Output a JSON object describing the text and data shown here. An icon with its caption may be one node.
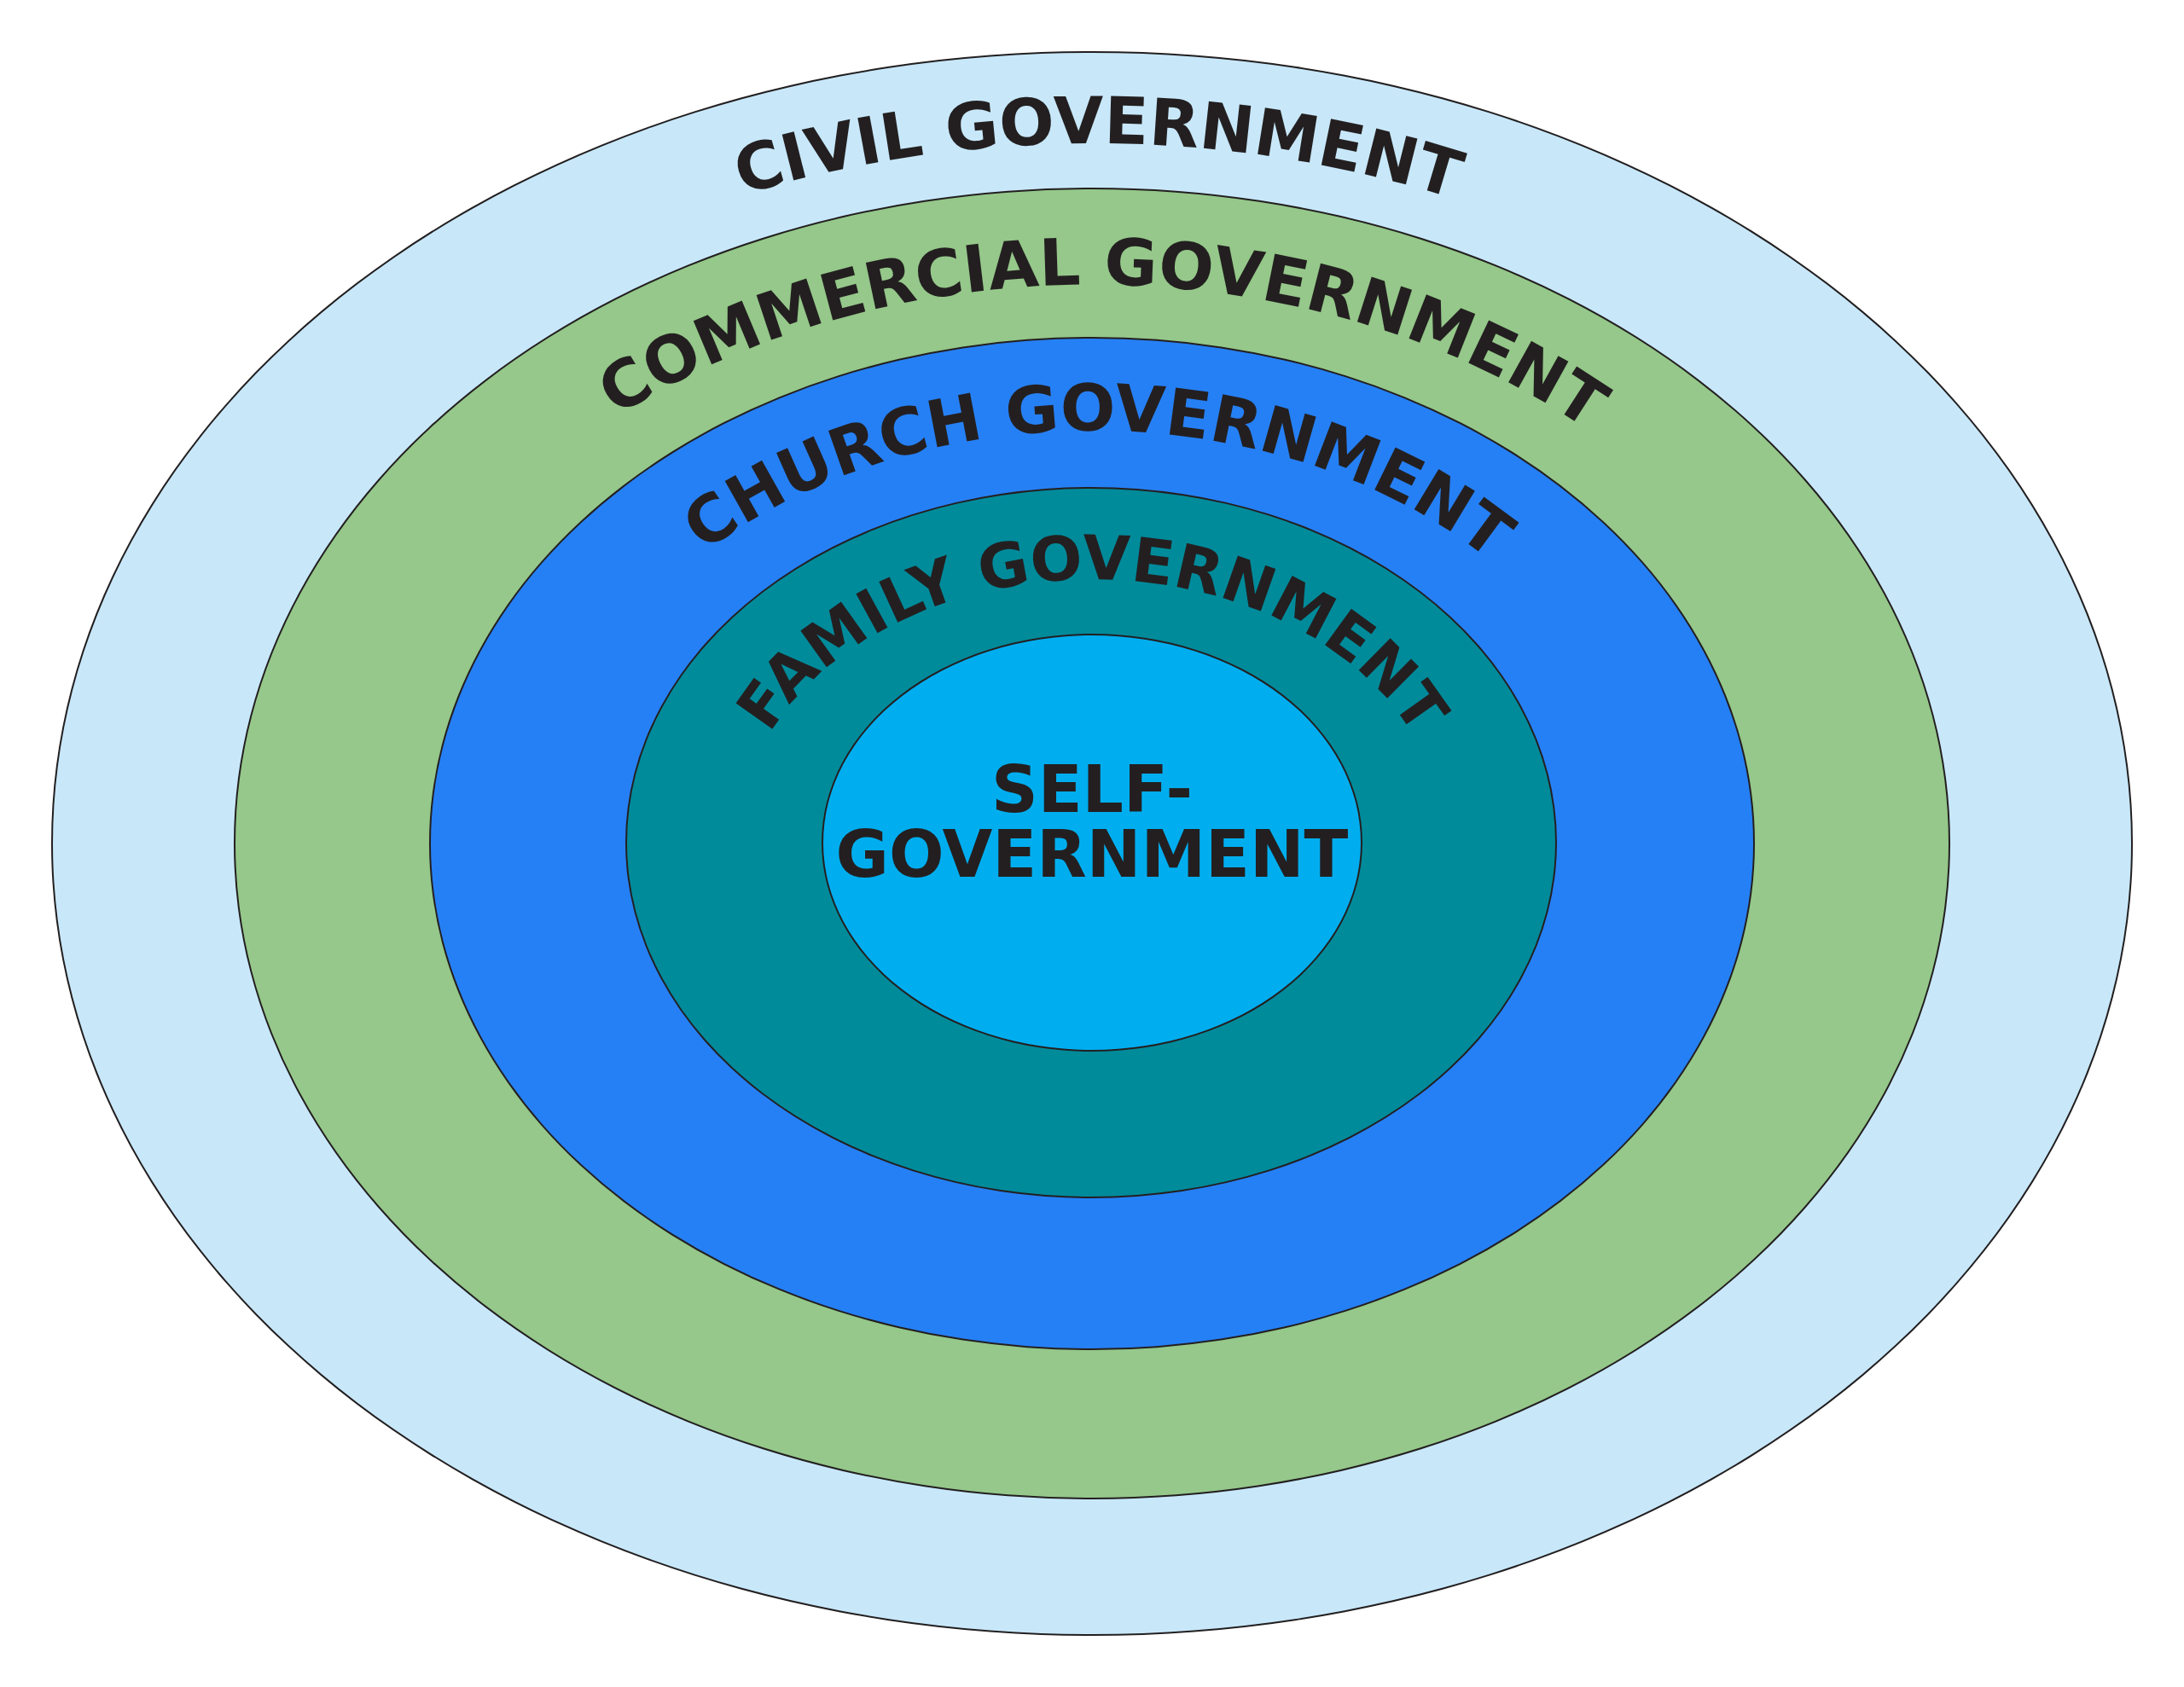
{
  "diagram": {
    "nodes": [
      {
        "text": [
          "CIVIL GOVERNMENT"
        ]
      },
      {
        "text": [
          "COMMERCIAL GOVERNMENT"
        ],
        "in": 0
      },
      {
        "text": [
          "CHURCH GOVERNMENT"
        ],
        "in": 1
      },
      {
        "text": [
          "FAMILY GOVERNMENT"
        ],
        "in": 2
      },
      {
        "text": [
          "SELF-GOVERNMENT"
        ],
        "in": 3
      }
    ]
  }
}
